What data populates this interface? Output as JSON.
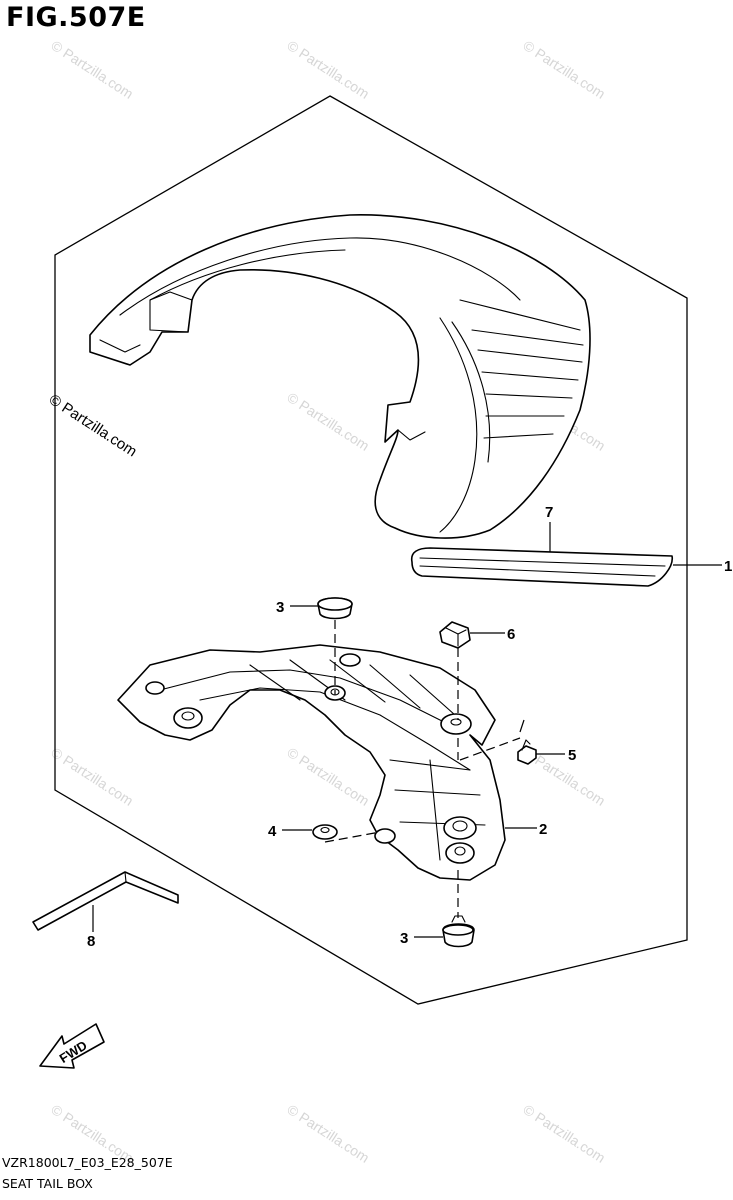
{
  "figure": {
    "title": "FIG.507E",
    "model_code": "VZR1800L7_E03_E28_507E",
    "name": "SEAT TAIL BOX"
  },
  "callouts": {
    "c1": "1",
    "c2": "2",
    "c3a": "3",
    "c3b": "3",
    "c4": "4",
    "c5": "5",
    "c6": "6",
    "c7": "7",
    "c8": "8"
  },
  "fwd_label": "FWD",
  "watermark": {
    "text": "© Partzilla.com"
  }
}
